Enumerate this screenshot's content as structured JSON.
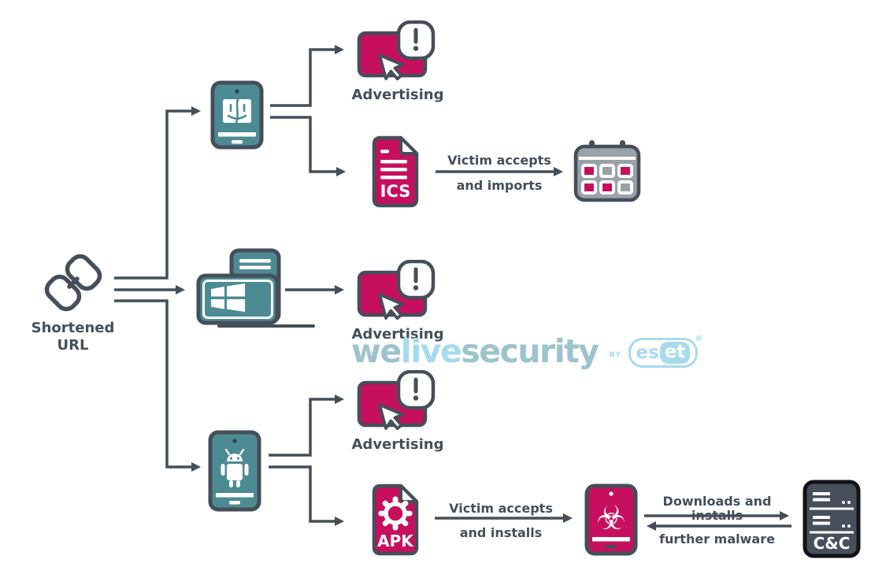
{
  "colors": {
    "slate": "#454e59",
    "teal": "#4d8b94",
    "magenta": "#c60f5e",
    "calendar_gray": "#9aa2a9",
    "logo_gray_teal": "#9dc3cd",
    "logo_light_blue": "#a6dbec",
    "server_fill": "#474f5a"
  },
  "source": {
    "label_line1": "Shortened",
    "label_line2": "URL"
  },
  "branches": {
    "advertising_label": "Advertising"
  },
  "ics_flow": {
    "file_type": "ICS",
    "caption_line1": "Victim accepts",
    "caption_line2": "and imports"
  },
  "apk_flow": {
    "file_type": "APK",
    "caption_line1": "Victim accepts",
    "caption_line2": "and installs"
  },
  "cnc_flow": {
    "caption_top": "Downloads and installs",
    "caption_bottom": "further malware",
    "server_label": "C&C"
  },
  "logo": {
    "part_we": "we",
    "part_live": "live",
    "part_security": "security",
    "by": "BY",
    "eset_es": "es",
    "eset_et": "et",
    "registered": "®"
  },
  "icons": {
    "biohazard_glyph": "☣"
  }
}
